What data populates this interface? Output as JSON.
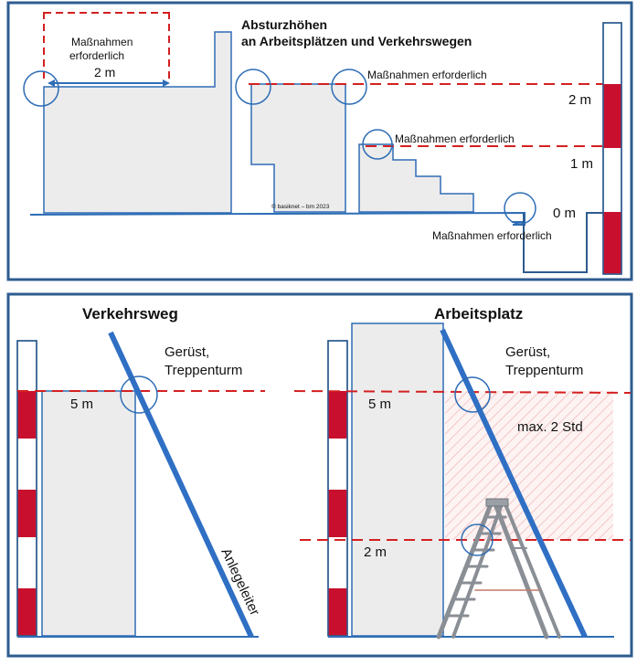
{
  "top_panel": {
    "title_line1": "Absturzhöhen",
    "title_line2": "an Arbeitsplätzen und Verkehrswegen",
    "label_massnahmen_line1": "Maßnahmen",
    "label_massnahmen_line2": "erforderlich",
    "label_width": "2 m",
    "label_massnahmen_right": "Maßnahmen erforderlich",
    "label_massnahmen_stairs": "Maßnahmen erforderlich",
    "label_massnahmen_pit": "Maßnahmen erforderlich",
    "copyright": "© basiknet – bm 2023",
    "scale_2m": "2 m",
    "scale_1m": "1 m",
    "scale_0m": "0 m"
  },
  "bottom_left": {
    "title": "Verkehrsweg",
    "scaffold_line1": "Gerüst,",
    "scaffold_line2": "Treppenturm",
    "height_label": "5 m",
    "ladder_label": "Anlegeleiter"
  },
  "bottom_right": {
    "title": "Arbeitsplatz",
    "scaffold_line1": "Gerüst,",
    "scaffold_line2": "Treppenturm",
    "height_5m": "5 m",
    "height_2m": "2 m",
    "time_limit": "max. 2 Std"
  },
  "colors": {
    "frame": "#2e5c8f",
    "line_blue": "#2e6db5",
    "ladder_blue": "#2f6fc4",
    "dash_red": "#d42020",
    "scale_red": "#c8102e",
    "wall_fill": "#ececec"
  }
}
